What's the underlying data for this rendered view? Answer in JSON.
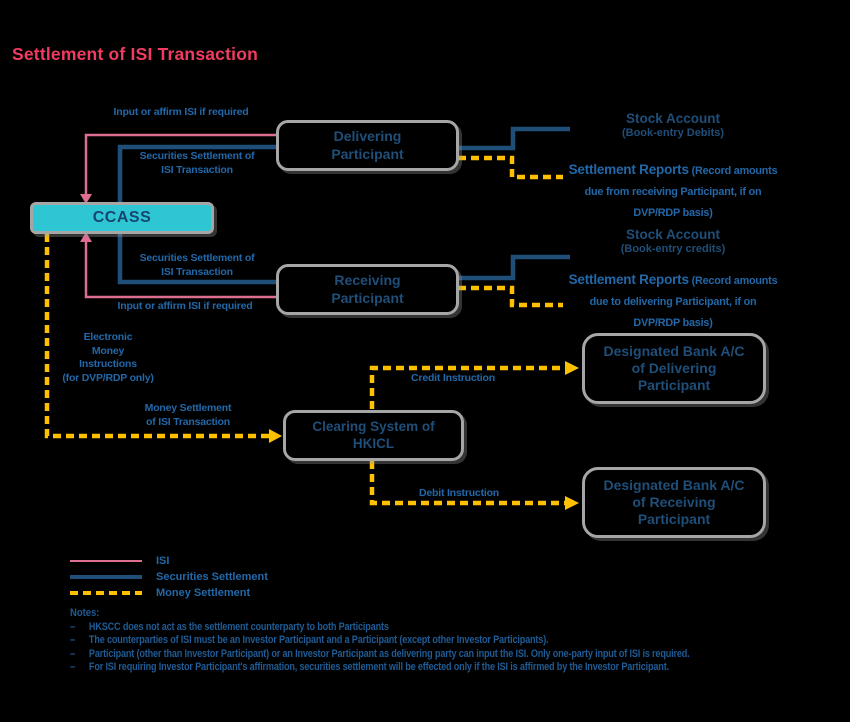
{
  "title": "Settlement of ISI  Transaction",
  "colors": {
    "background": "#000000",
    "title_pink": "#F23B60",
    "isi_line_pink": "#DD6E8F",
    "securities_line_navy": "#1F4E79",
    "money_line_yellow": "#FFC000",
    "ccass_teal": "#2EC6D3",
    "box_border_gray": "#A6A6A6",
    "label_blue": "#2268A8",
    "box_text_navy": "#1F4E79"
  },
  "boxes": {
    "ccass": "CCASS",
    "delivering_participant": "Delivering\nParticipant",
    "receiving_participant": "Receiving\nParticipant",
    "hkicl": "Clearing System of\nHKICL",
    "bank_delivering": "Designated Bank A/C\nof Delivering\nParticipant",
    "bank_receiving": "Designated Bank A/C\nof Receiving\nParticipant"
  },
  "edge_labels": {
    "input_affirm_top": "Input or affirm ISI if required",
    "securities_settlement_top": "Securities Settlement  of\nISI Transaction",
    "securities_settlement_bottom": "Securities Settlement  of\nISI Transaction",
    "input_affirm_bottom": "Input or affirm ISI if required",
    "electronic_money": "Electronic\nMoney\nInstructions\n(for DVP/RDP only)",
    "money_settlement": "Money Settlement\nof ISI Transaction",
    "credit_instruction": "Credit Instruction",
    "debit_instruction": "Debit Instruction"
  },
  "outcomes": {
    "stock_top_title": "Stock Account",
    "stock_top_sub": "(Book-entry Debits)",
    "reports_top_head": "Settlement Reports",
    "reports_top_rest": " (Record amounts due from receiving Participant, if on DVP/RDP basis)",
    "stock_mid_title": "Stock Account",
    "stock_mid_sub": "(Book-entry credits)",
    "reports_mid_head": "Settlement Reports",
    "reports_mid_rest": " (Record amounts due to delivering Participant, if on DVP/RDP basis)"
  },
  "legend": {
    "isi": "ISI",
    "securities": "Securities Settlement",
    "money": "Money Settlement"
  },
  "notes": {
    "heading": "Notes:",
    "dash": "–",
    "items": [
      "HKSCC does not act as the settlement  counterparty to both Participants",
      "The counterparties of ISI must be an Investor  Participant and a Participant (except other Investor  Participants).",
      "Participant  (other than  Investor  Participant) or an Investor  Participant as delivering party can input the ISI. Only one-party input of ISI is required.",
      "For ISI requiring Investor  Participant's affirmation, securities settlement  will be effected only if the ISI is affirmed by the Investor  Participant."
    ]
  }
}
